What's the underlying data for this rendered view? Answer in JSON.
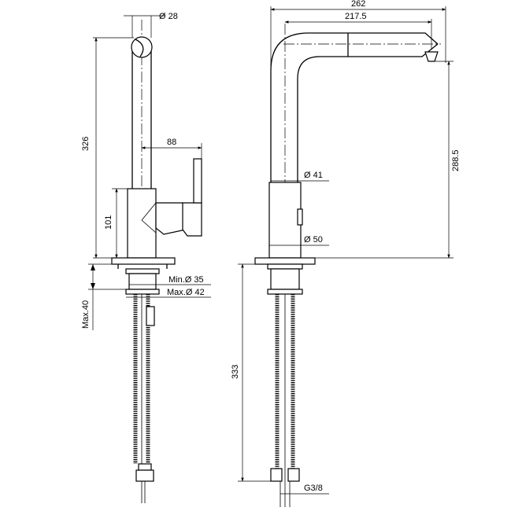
{
  "dimensions": {
    "diameter_28": "Ø 28",
    "height_326": "326",
    "handle_88": "88",
    "height_101": "101",
    "min_35": "Min.Ø 35",
    "max_42": "Max.Ø 42",
    "max_40": "Max.40",
    "width_262": "262",
    "width_217_5": "217.5",
    "diameter_41": "Ø 41",
    "height_288_5": "288.5",
    "diameter_50": "Ø 50",
    "length_333": "333",
    "thread_g38": "G3/8"
  }
}
